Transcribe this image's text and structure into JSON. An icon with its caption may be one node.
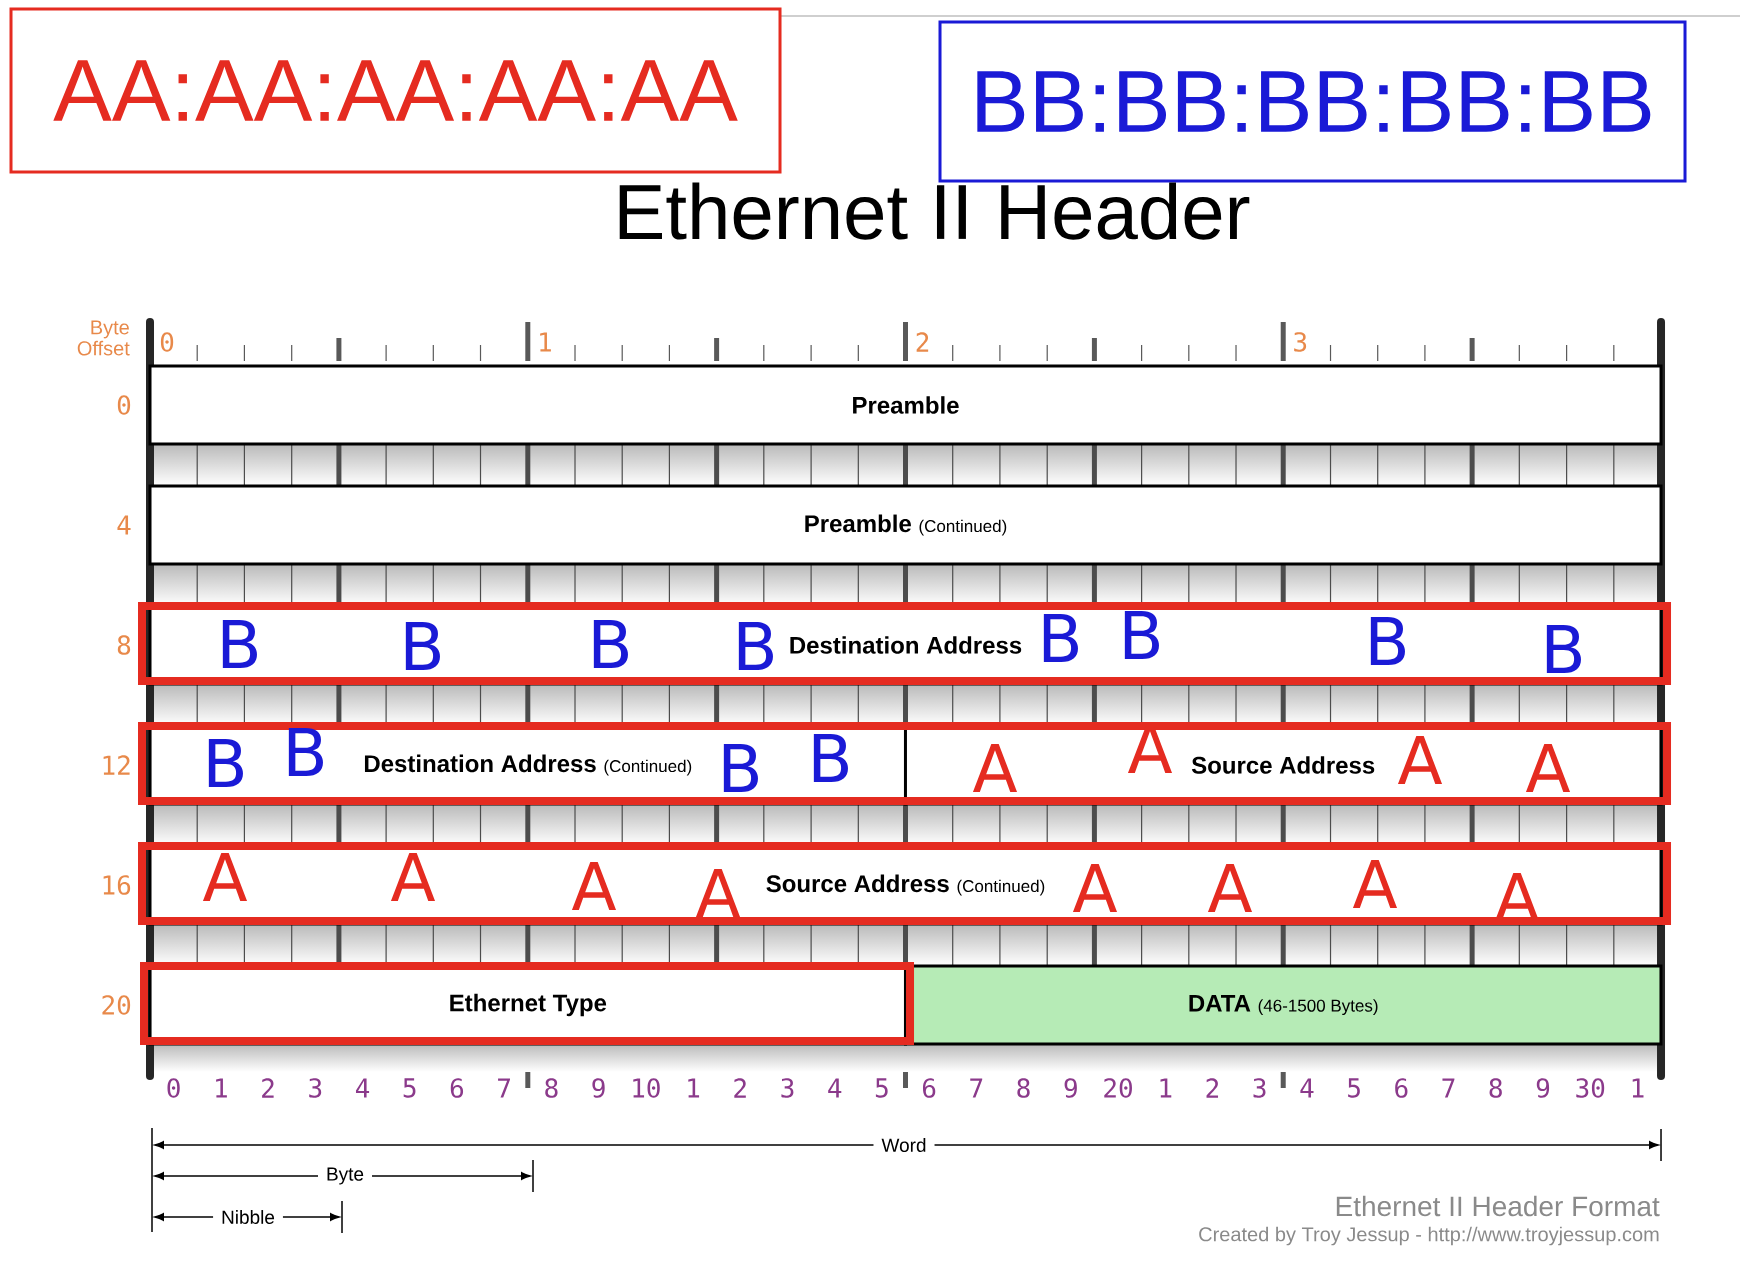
{
  "diagram": {
    "title": "Ethernet II Header",
    "caption": "Ethernet II Header Format",
    "nodes": [
      {
        "text": [
          "AA:AA:AA:AA:AA"
        ]
      },
      {
        "text": [
          "BB:BB:BB:BB:BB"
        ]
      },
      {
        "text": [
          "Preamble"
        ]
      },
      {
        "text": [
          "Preamble",
          "(Continued)"
        ]
      },
      {
        "text": [
          "Destination Address"
        ]
      },
      {
        "text": [
          "Destination Address",
          "(Continued)"
        ]
      },
      {
        "text": [
          "Source Address"
        ]
      },
      {
        "text": [
          "Source Address",
          "(Continued)"
        ]
      },
      {
        "text": [
          "Ethernet Type"
        ]
      },
      {
        "text": [
          "DATA",
          "(46-1500 Bytes)"
        ]
      }
    ],
    "labels": [
      "Byte Offset",
      "0",
      "1",
      "2",
      "3",
      "0",
      "4",
      "8",
      "12",
      "16",
      "20",
      "B",
      "B",
      "B",
      "B",
      "B",
      "B",
      "B",
      "B",
      "B",
      "B",
      "B",
      "B",
      "A",
      "A",
      "A",
      "A",
      "A",
      "A",
      "A",
      "A",
      "A",
      "A",
      "A",
      "A",
      "0",
      "1",
      "2",
      "3",
      "4",
      "5",
      "6",
      "7",
      "8",
      "9",
      "10",
      "1",
      "2",
      "3",
      "4",
      "5",
      "6",
      "7",
      "8",
      "9",
      "20",
      "1",
      "2",
      "3",
      "4",
      "5",
      "6",
      "7",
      "8",
      "9",
      "30",
      "1",
      "Word",
      "Byte",
      "Nibble",
      "Created by Troy Jessup - http://www.troyjessup.com"
    ]
  }
}
